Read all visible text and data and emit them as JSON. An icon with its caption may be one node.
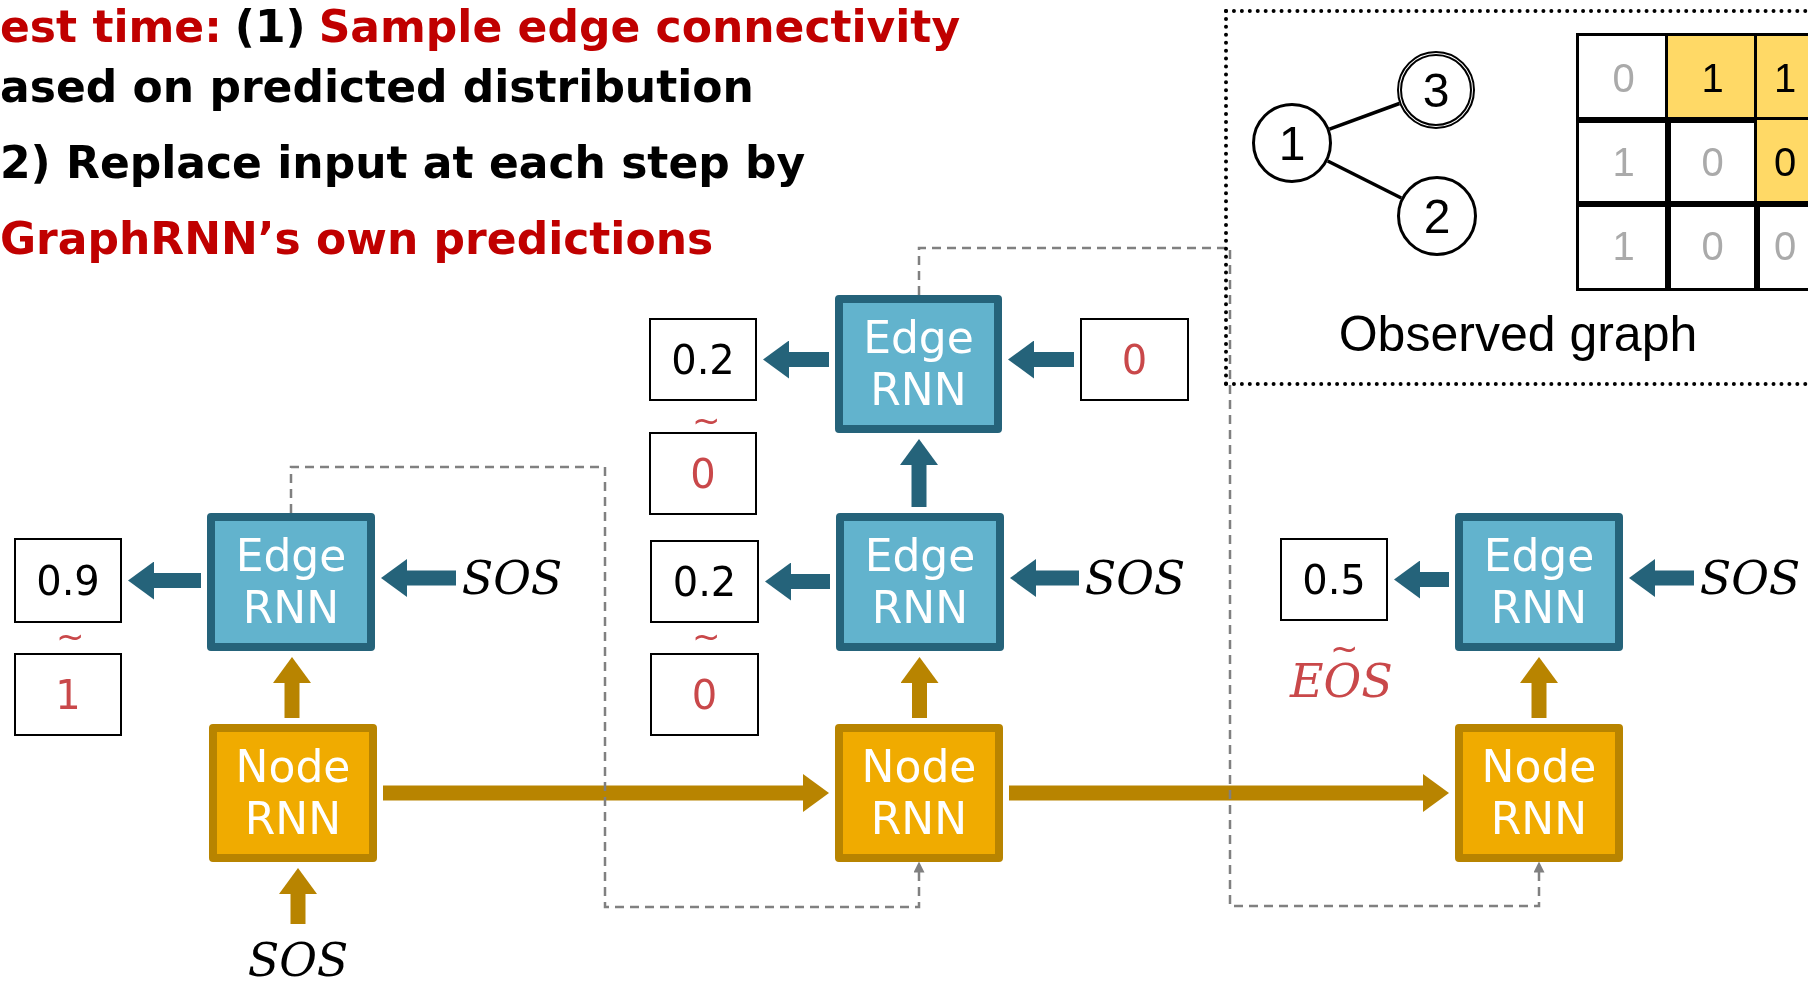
{
  "diagram": {
    "nodes": [
      {
        "text": [
          "0.9"
        ]
      },
      {
        "text": [
          "1"
        ]
      },
      {
        "text": [
          "Edge RNN"
        ]
      },
      {
        "text": [
          "Node RNN"
        ]
      },
      {
        "text": [
          "SOS"
        ]
      },
      {
        "text": [
          "SOS"
        ]
      },
      {
        "text": [
          "0.2"
        ]
      },
      {
        "text": [
          "0"
        ]
      },
      {
        "text": [
          "Edge RNN"
        ]
      },
      {
        "text": [
          "0"
        ]
      },
      {
        "text": [
          "0.2"
        ]
      },
      {
        "text": [
          "0"
        ]
      },
      {
        "text": [
          "Edge RNN"
        ]
      },
      {
        "text": [
          "SOS"
        ]
      },
      {
        "text": [
          "Node RNN"
        ]
      },
      {
        "text": [
          "0.5"
        ]
      },
      {
        "text": [
          "Edge RNN"
        ]
      },
      {
        "text": [
          "SOS"
        ]
      },
      {
        "text": [
          "Node RNN"
        ]
      },
      {
        "text": [
          "Observed graph"
        ]
      },
      {
        "text": [
          "1"
        ],
        "in": 19
      },
      {
        "text": [
          "3"
        ],
        "in": 19
      },
      {
        "text": [
          "2"
        ],
        "in": 19
      }
    ],
    "edges": [
      {
        "from": 2,
        "to": 0,
        "arrow": "to"
      },
      {
        "from": 4,
        "to": 2,
        "arrow": "to"
      },
      {
        "from": 8,
        "to": 6,
        "arrow": "to"
      },
      {
        "from": 9,
        "to": 8,
        "arrow": "to"
      },
      {
        "from": 12,
        "to": 8,
        "arrow": "to"
      },
      {
        "from": 12,
        "to": 10,
        "arrow": "to"
      },
      {
        "from": 13,
        "to": 12,
        "arrow": "to"
      },
      {
        "from": 16,
        "to": 15,
        "arrow": "to"
      },
      {
        "from": 17,
        "to": 16,
        "arrow": "to"
      },
      {
        "from": 3,
        "to": 2,
        "arrow": "to",
        "color": "#b88400"
      },
      {
        "from": 5,
        "to": 3,
        "arrow": "to",
        "color": "#b88400"
      },
      {
        "from": 14,
        "to": 12,
        "arrow": "to",
        "color": "#b88400"
      },
      {
        "from": 18,
        "to": 16,
        "arrow": "to",
        "color": "#b88400"
      },
      {
        "from": 3,
        "to": 14,
        "arrow": "to",
        "color": "#b88400"
      },
      {
        "from": 14,
        "to": 18,
        "arrow": "to",
        "color": "#b88400"
      },
      {
        "from": 2,
        "to": 14,
        "arrow": "to",
        "style": "dashed",
        "color": "#808080"
      },
      {
        "from": 8,
        "to": 18,
        "arrow": "to",
        "style": "dashed",
        "color": "#808080"
      },
      {
        "from": 20,
        "to": 21,
        "arrow": "none",
        "color": "#000000"
      },
      {
        "from": 20,
        "to": 22,
        "arrow": "none",
        "color": "#000000"
      }
    ],
    "labels": [
      "est time:",
      "(1)",
      "Sample edge connectivity",
      "ased on predicted distribution",
      "2) Replace input at each step by",
      "GraphRNN’s own predictions",
      "~",
      "~",
      "~",
      "~",
      "EOS",
      "0",
      "1",
      "1",
      "1",
      "0",
      "0",
      "1",
      "0",
      "0"
    ]
  }
}
